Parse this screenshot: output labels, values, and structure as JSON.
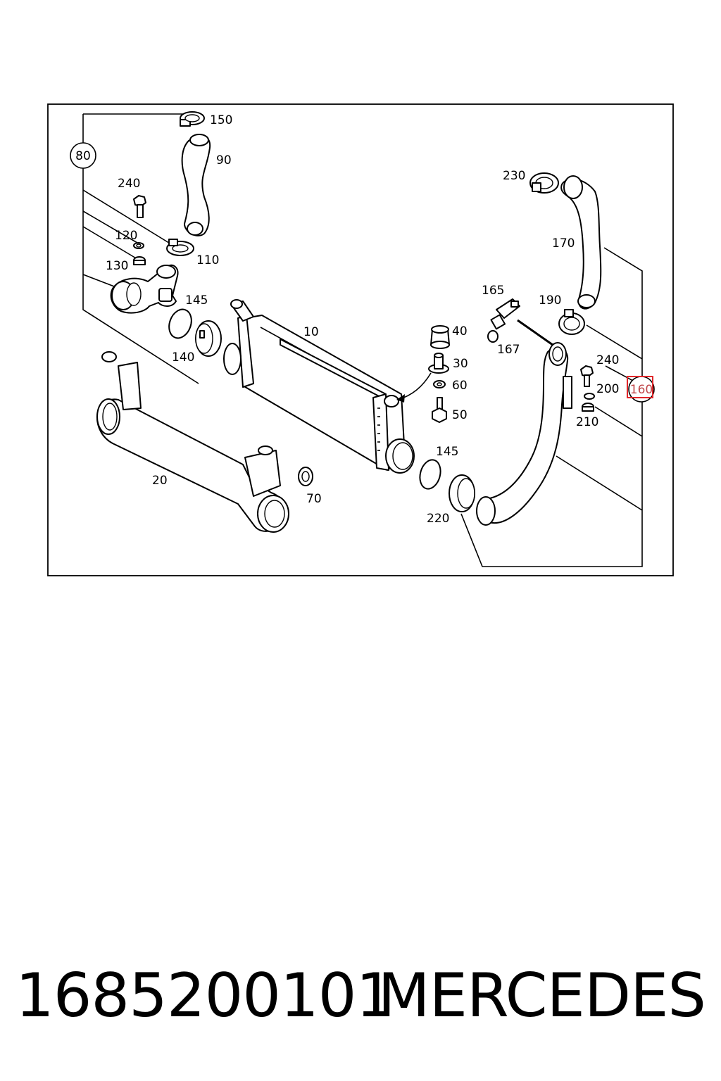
{
  "diagram": {
    "callouts": {
      "c10": "10",
      "c20": "20",
      "c30": "30",
      "c40": "40",
      "c50": "50",
      "c60": "60",
      "c70": "70",
      "c80": "80",
      "c90": "90",
      "c110": "110",
      "c120": "120",
      "c130": "130",
      "c140": "140",
      "c145a": "145",
      "c145b": "145",
      "c150": "150",
      "c160": "160",
      "c165": "165",
      "c167": "167",
      "c170": "170",
      "c190": "190",
      "c200": "200",
      "c210": "210",
      "c220": "220",
      "c230": "230",
      "c240a": "240",
      "c240b": "240"
    },
    "highlight_color": "#e0262a"
  },
  "footer": {
    "part_number": "1685200101",
    "brand": "MERCEDES"
  }
}
